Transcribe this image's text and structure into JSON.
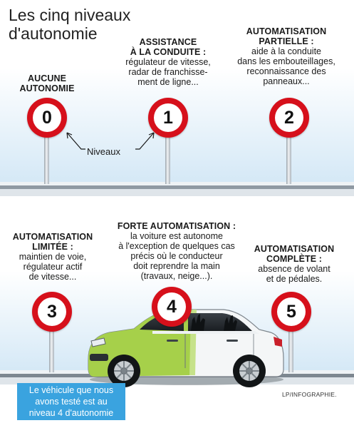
{
  "title": [
    "Les cinq niveaux",
    "d'autonomie"
  ],
  "levels": [
    {
      "number": "0",
      "heading": [
        "AUCUNE",
        "AUTONOMIE"
      ],
      "desc": []
    },
    {
      "number": "1",
      "heading": [
        "ASSISTANCE",
        "À LA CONDUITE :"
      ],
      "desc": [
        "régulateur de vitesse,",
        "radar de franchisse-",
        "ment de ligne..."
      ]
    },
    {
      "number": "2",
      "heading": [
        "AUTOMATISATION",
        "PARTIELLE :"
      ],
      "desc": [
        "aide à la conduite",
        "dans les embouteillages,",
        "reconnaissance des",
        "panneaux..."
      ]
    },
    {
      "number": "3",
      "heading": [
        "AUTOMATISATION",
        "LIMITÉE :"
      ],
      "desc": [
        "maintien de voie,",
        "régulateur actif",
        "de vitesse..."
      ]
    },
    {
      "number": "4",
      "heading": [
        "FORTE AUTOMATISATION :"
      ],
      "desc": [
        "la voiture est autonome",
        "à l'exception de quelques cas",
        "précis où le conducteur",
        "doit reprendre la main",
        "(travaux, neige...)."
      ]
    },
    {
      "number": "5",
      "heading": [
        "AUTOMATISATION",
        "COMPLÈTE :"
      ],
      "desc": [
        "absence de volant",
        "et de pédales."
      ]
    }
  ],
  "niveaux_label": "Niveaux",
  "callout": [
    "Le véhicule que nous",
    "avons testé est au",
    "niveau 4 d'autonomie"
  ],
  "credit": "LP/INFOGRAPHIE.",
  "colors": {
    "sign_red": "#d6101b",
    "road_dark": "#7d8790",
    "road_light": "#dfe5ea",
    "callout_blue": "#3aa3df",
    "car_green": "#a6d04a",
    "car_white": "#f4f6f7"
  }
}
